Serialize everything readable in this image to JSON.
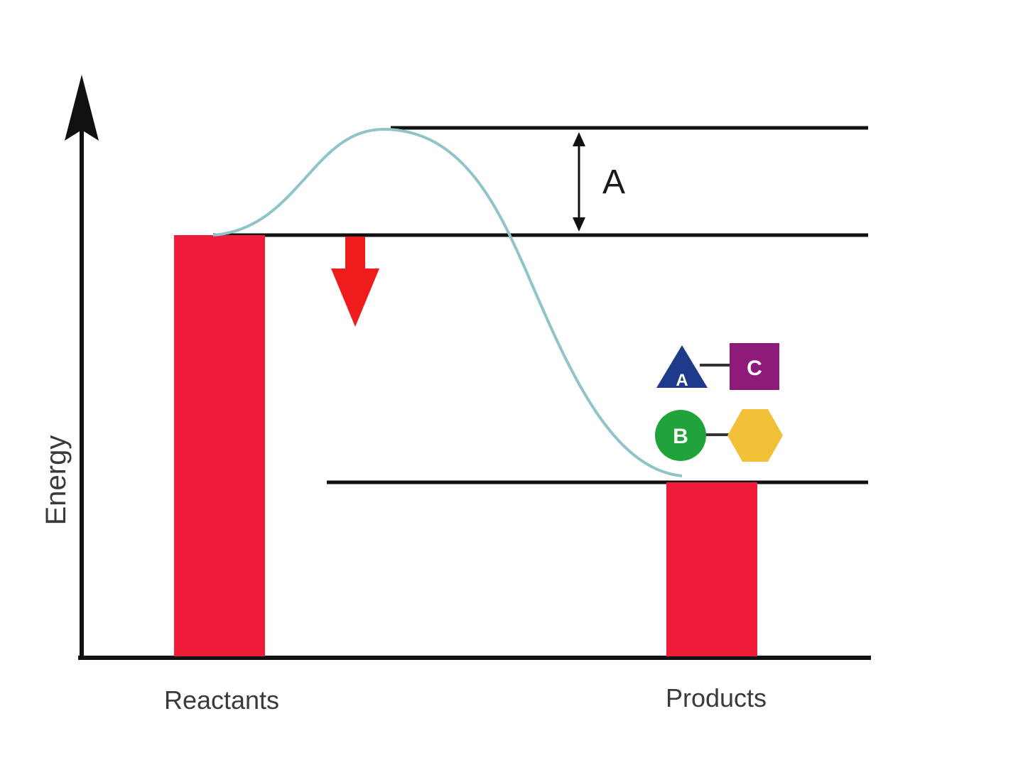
{
  "y_axis_label": "Energy",
  "categories": {
    "reactants": "Reactants",
    "products": "Products"
  },
  "gap_label": "A",
  "molecules": {
    "triangle": {
      "label": "A",
      "color": "#1f3a8a"
    },
    "square": {
      "label": "C",
      "color": "#8e1a7a"
    },
    "circle": {
      "label": "B",
      "color": "#1fa33a"
    },
    "hexagon": {
      "label": "",
      "color": "#f2c037"
    }
  },
  "colors": {
    "bars": "#ef1c3a",
    "curve": "#8fc4c8",
    "energy_arrow": "#ee1c1c",
    "lines": "#111111"
  }
}
